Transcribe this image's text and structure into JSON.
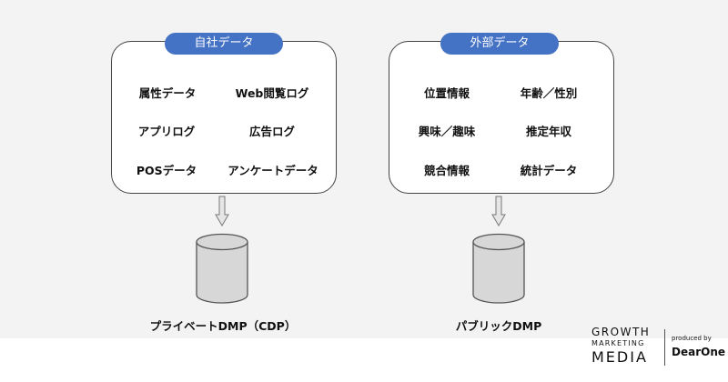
{
  "internal": {
    "title": "自社データ",
    "items": [
      "属性データ",
      "Web閲覧ログ",
      "アプリログ",
      "広告ログ",
      "POSデータ",
      "アンケートデータ"
    ]
  },
  "external": {
    "title": "外部データ",
    "items": [
      "位置情報",
      "年齢／性別",
      "興味／趣味",
      "推定年収",
      "競合情報",
      "統計データ"
    ]
  },
  "databases": {
    "private": "プライベートDMP（CDP）",
    "public": "パブリックDMP"
  },
  "logo": {
    "line1": "GROWTH",
    "line2": "MARKETING",
    "line3": "MEDIA",
    "produced_by": "produced by",
    "brand": "DearOne"
  },
  "colors": {
    "pill": "#4472c4",
    "background": "#f3f3f3"
  }
}
